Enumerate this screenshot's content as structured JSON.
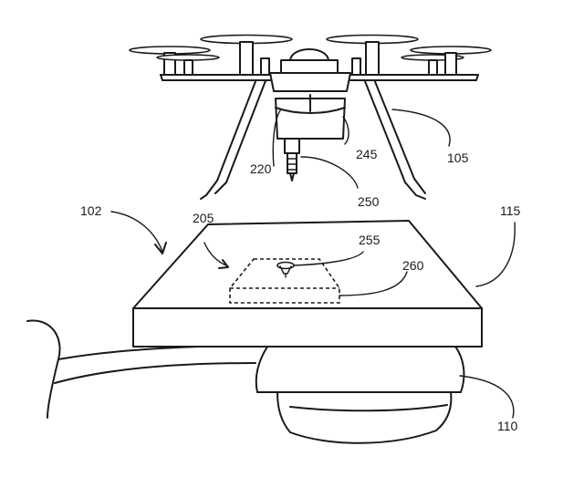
{
  "labels": {
    "l102": "102",
    "l205": "205",
    "l255": "255",
    "l260": "260",
    "l115": "115",
    "l110": "110",
    "l220": "220",
    "l245": "245",
    "l250": "250",
    "l105": "105"
  }
}
